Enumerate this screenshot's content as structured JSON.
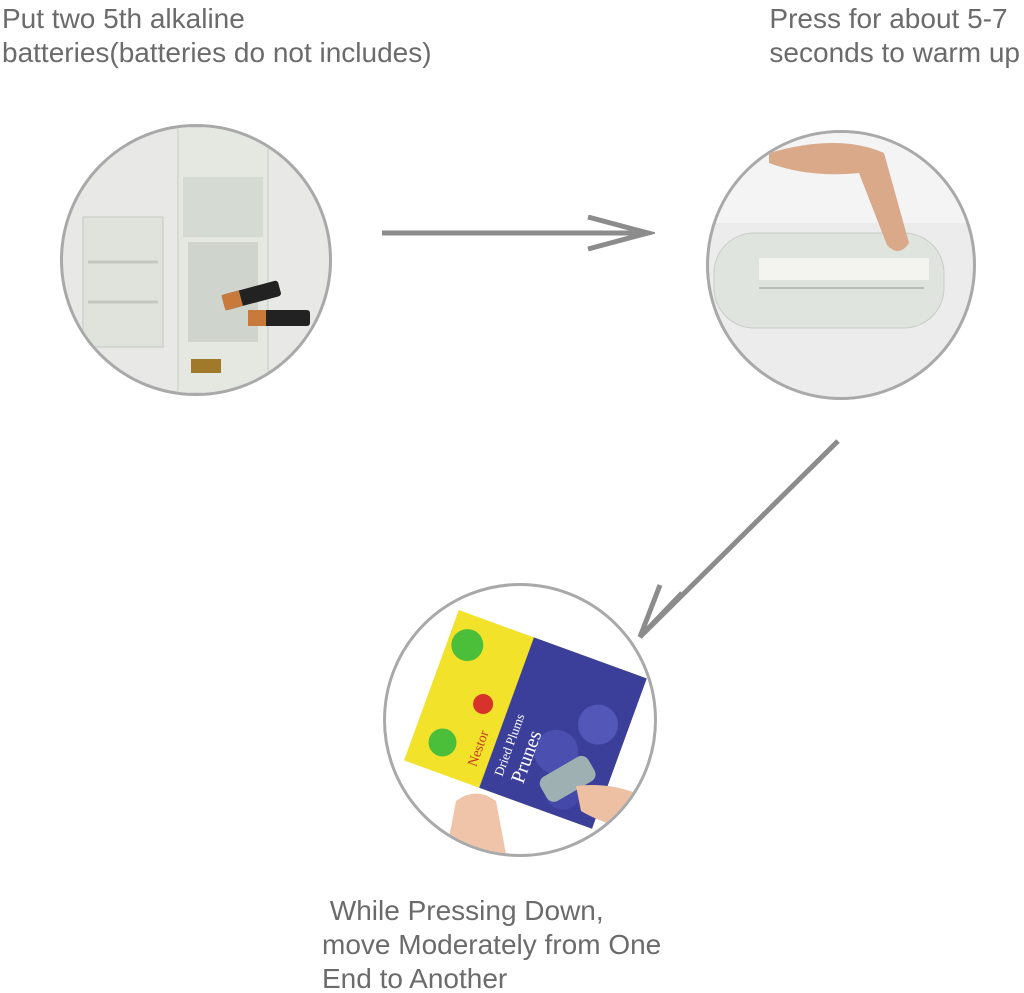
{
  "steps": [
    {
      "caption_lines": [
        "Put two 5th alkaline",
        "batteries(batteries do not includes)"
      ]
    },
    {
      "caption_lines": [
        "Press for about 5-7",
        "seconds to warm up"
      ]
    },
    {
      "caption_lines": [
        " While Pressing Down,",
        "move Moderately from One",
        "End to Another"
      ]
    }
  ],
  "photo_text": {
    "brand": "Nestor",
    "product_line1": "Dried Plums",
    "product_line2": "Prunes"
  },
  "colors": {
    "text": "#6b6b6b",
    "arrow": "#8c8c8c",
    "circle_border": "#a9a9a9"
  }
}
